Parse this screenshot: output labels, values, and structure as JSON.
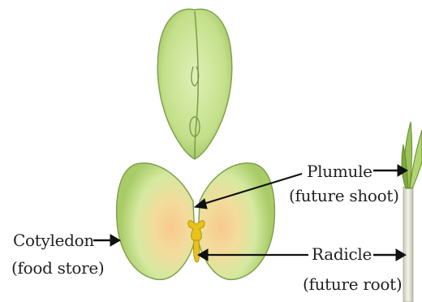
{
  "labels": {
    "plumule": "Plumule",
    "plumule_note": "(future shoot)",
    "cotyledon": "Cotyledon",
    "cotyledon_note": "(food store)",
    "radicle": "Radicle",
    "radicle_note": "(future root)"
  },
  "colors": {
    "seed_fill": "#c6e28e",
    "seed_edge": "#7fa24d",
    "cotyledon_center": "#f6c98a",
    "embryo": "#e8c21a",
    "arrow": "#111111"
  }
}
